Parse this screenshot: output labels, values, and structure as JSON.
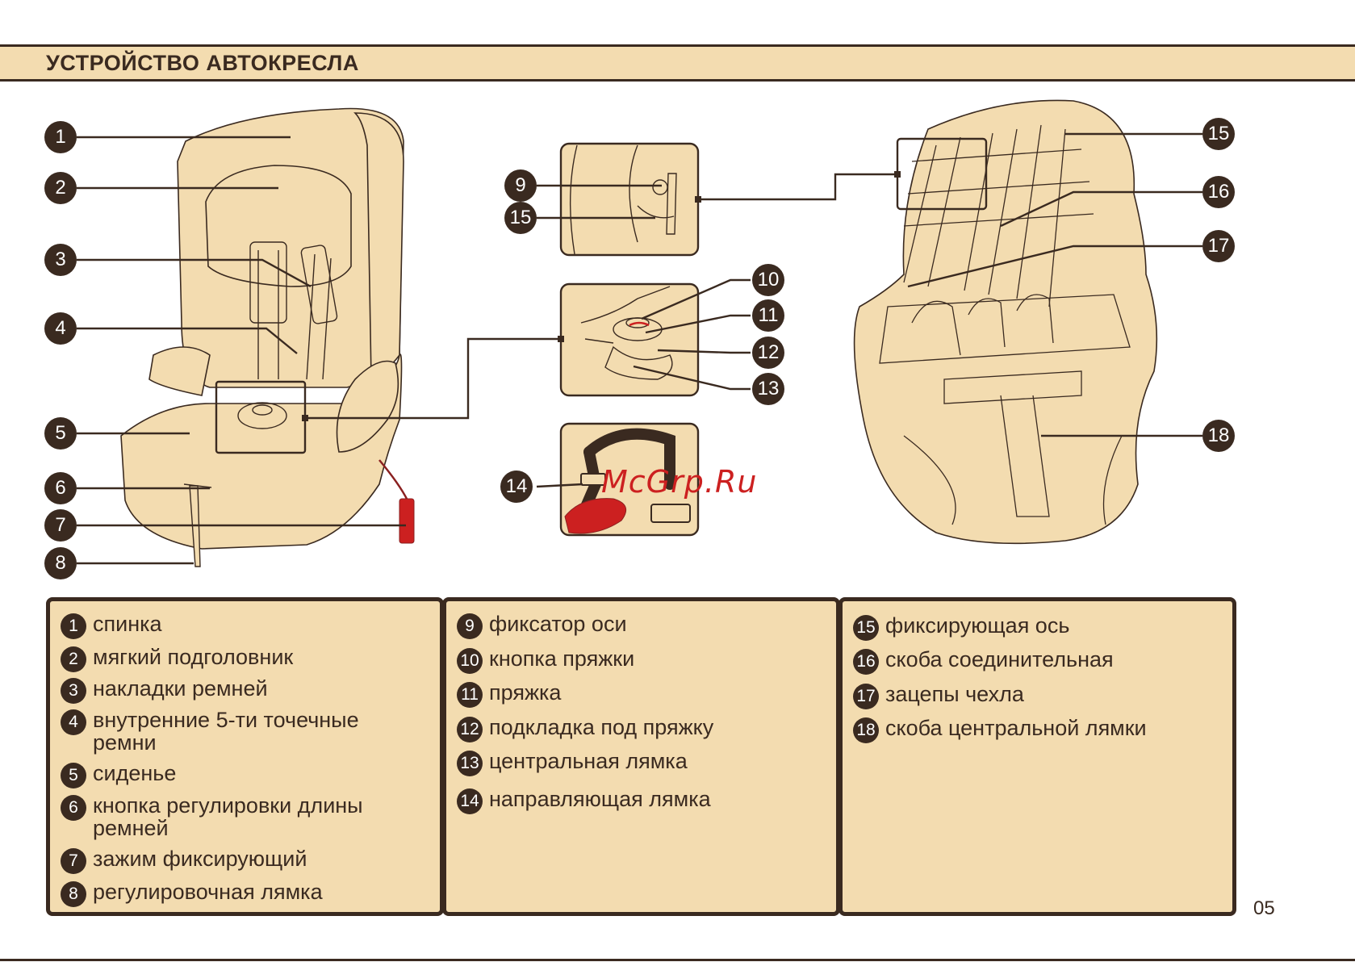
{
  "header": {
    "title": "УСТРОЙСТВО АВТОКРЕСЛА"
  },
  "watermark": "McGrp.Ru",
  "callouts": [
    "1",
    "2",
    "3",
    "4",
    "5",
    "6",
    "7",
    "8",
    "9",
    "15",
    "10",
    "11",
    "12",
    "13",
    "14",
    "15",
    "16",
    "17",
    "18"
  ],
  "legend": {
    "col1": [
      {
        "num": "1",
        "text": "спинка"
      },
      {
        "num": "2",
        "text": "мягкий подголовник"
      },
      {
        "num": "3",
        "text": "накладки ремней"
      },
      {
        "num": "4",
        "text": "внутренние 5-ти точечные ремни"
      },
      {
        "num": "5",
        "text": "сиденье"
      },
      {
        "num": "6",
        "text": "кнопка регулировки длины ремней"
      },
      {
        "num": "7",
        "text": "зажим фиксирующий"
      },
      {
        "num": "8",
        "text": "регулировочная лямка"
      }
    ],
    "col2": [
      {
        "num": "9",
        "text": "фиксатор оси"
      },
      {
        "num": "10",
        "text": "кнопка пряжки"
      },
      {
        "num": "11",
        "text": "пряжка"
      },
      {
        "num": "12",
        "text": "подкладка под пряжку"
      },
      {
        "num": "13",
        "text": "центральная лямка"
      },
      {
        "num": "14",
        "text": "направляющая лямка"
      }
    ],
    "col3": [
      {
        "num": "15",
        "text": "фиксирующая ось"
      },
      {
        "num": "16",
        "text": "скоба соединительная"
      },
      {
        "num": "17",
        "text": "зацепы чехла"
      },
      {
        "num": "18",
        "text": "скоба центральной лямки"
      }
    ]
  },
  "page_number": "05",
  "colors": {
    "dark": "#3a2a20",
    "beige": "#f3dcb0",
    "red": "#cc2020"
  }
}
